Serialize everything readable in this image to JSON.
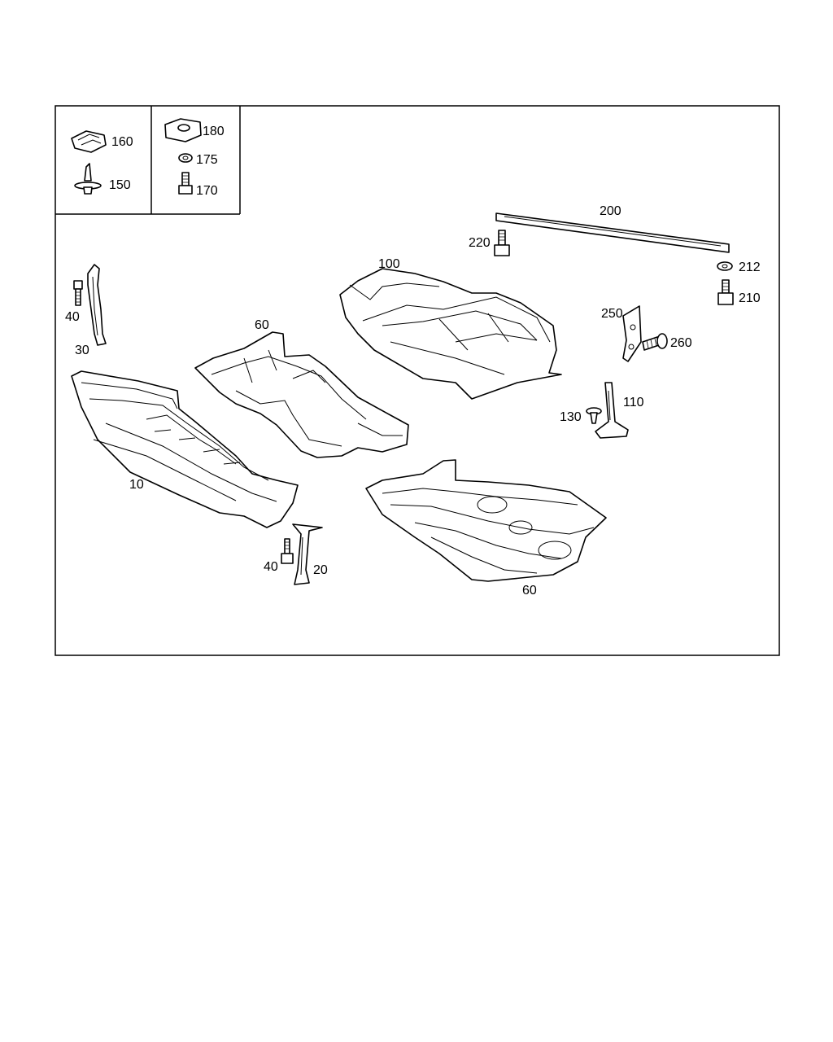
{
  "labels": {
    "p160": "160",
    "p150": "150",
    "p180": "180",
    "p175": "175",
    "p170": "170",
    "p200": "200",
    "p220": "220",
    "p212": "212",
    "p210": "210",
    "p100": "100",
    "p60_top": "60",
    "p40_top": "40",
    "p30": "30",
    "p250": "250",
    "p260": "260",
    "p110": "110",
    "p130": "130",
    "p10": "10",
    "p40_bottom": "40",
    "p20": "20",
    "p60_bottom": "60"
  },
  "icons": [
    "clip-nut-icon",
    "push-rivet-icon",
    "cage-nut-icon",
    "washer-icon",
    "bolt-icon",
    "screw-icon",
    "bracket-icon",
    "strut-bar-icon"
  ]
}
